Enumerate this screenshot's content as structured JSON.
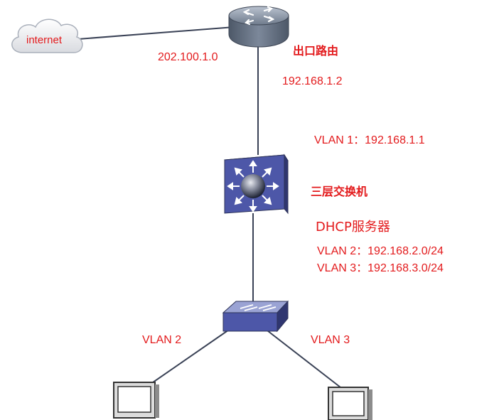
{
  "internet": {
    "label": "internet"
  },
  "router": {
    "wan_ip": "202.100.1.0",
    "name": "出口路由",
    "lan_ip": "192.168.1.2"
  },
  "core_switch": {
    "vlan1": "VLAN 1：192.168.1.1",
    "name": "三层交换机",
    "dhcp": "DHCP服务器",
    "vlan2": "VLAN 2：192.168.2.0/24",
    "vlan3": "VLAN 3：192.168.3.0/24"
  },
  "access": {
    "left_vlan": "VLAN 2",
    "right_vlan": "VLAN 3"
  },
  "colors": {
    "label": "#e31a1c",
    "link": "#3a4256",
    "device_blue": "#4a56a6"
  }
}
